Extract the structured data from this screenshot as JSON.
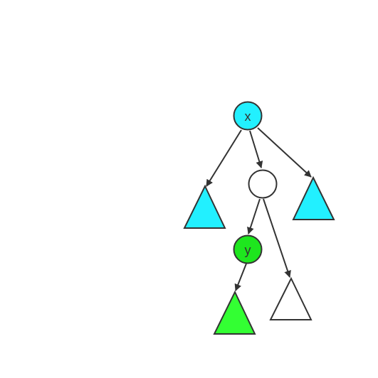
{
  "diagram": {
    "colors": {
      "cyan": "#22f0ff",
      "green": "#1ee61e",
      "light_green": "#33ff33",
      "white": "#ffffff",
      "stroke": "#333333"
    },
    "nodes": [
      {
        "id": "x",
        "shape": "circle",
        "label": "x",
        "fill": "#22f0ff"
      },
      {
        "id": "middle",
        "shape": "circle",
        "label": "",
        "fill": "#ffffff"
      },
      {
        "id": "y",
        "shape": "circle",
        "label": "y",
        "fill": "#1ee61e"
      },
      {
        "id": "left-subtree",
        "shape": "triangle",
        "label": "",
        "fill": "#22f0ff"
      },
      {
        "id": "right-subtree",
        "shape": "triangle",
        "label": "",
        "fill": "#22f0ff"
      },
      {
        "id": "y-subtree",
        "shape": "triangle",
        "label": "",
        "fill": "#33ff33"
      },
      {
        "id": "middle-right-subtree",
        "shape": "triangle",
        "label": "",
        "fill": "#ffffff"
      }
    ],
    "edges": [
      {
        "from": "x",
        "to": "left-subtree"
      },
      {
        "from": "x",
        "to": "middle"
      },
      {
        "from": "x",
        "to": "right-subtree"
      },
      {
        "from": "middle",
        "to": "y"
      },
      {
        "from": "middle",
        "to": "middle-right-subtree"
      },
      {
        "from": "y",
        "to": "y-subtree"
      }
    ]
  }
}
